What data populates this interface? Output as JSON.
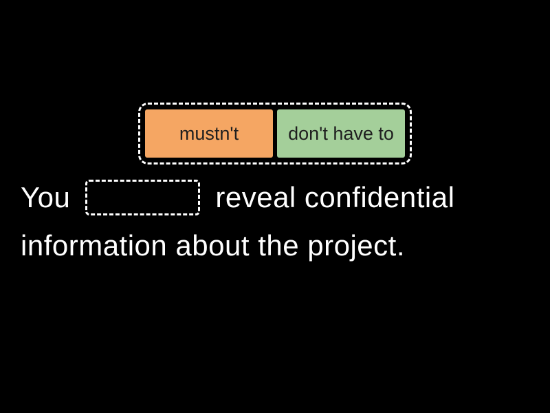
{
  "colors": {
    "background": "#000000",
    "sentence_text": "#ffffff",
    "dashed_border": "#ffffff",
    "tile_text": "#1f1f1f",
    "tile_orange": "#F5A663",
    "tile_green": "#A4CF9A"
  },
  "word_bank": {
    "choices": [
      {
        "label": "mustn't",
        "color": "#F5A663"
      },
      {
        "label": "don't have to",
        "color": "#A4CF9A"
      }
    ]
  },
  "sentence": {
    "line1_before_blank": "You",
    "line1_after_blank": "reveal confidential",
    "line2": "information about the project."
  }
}
